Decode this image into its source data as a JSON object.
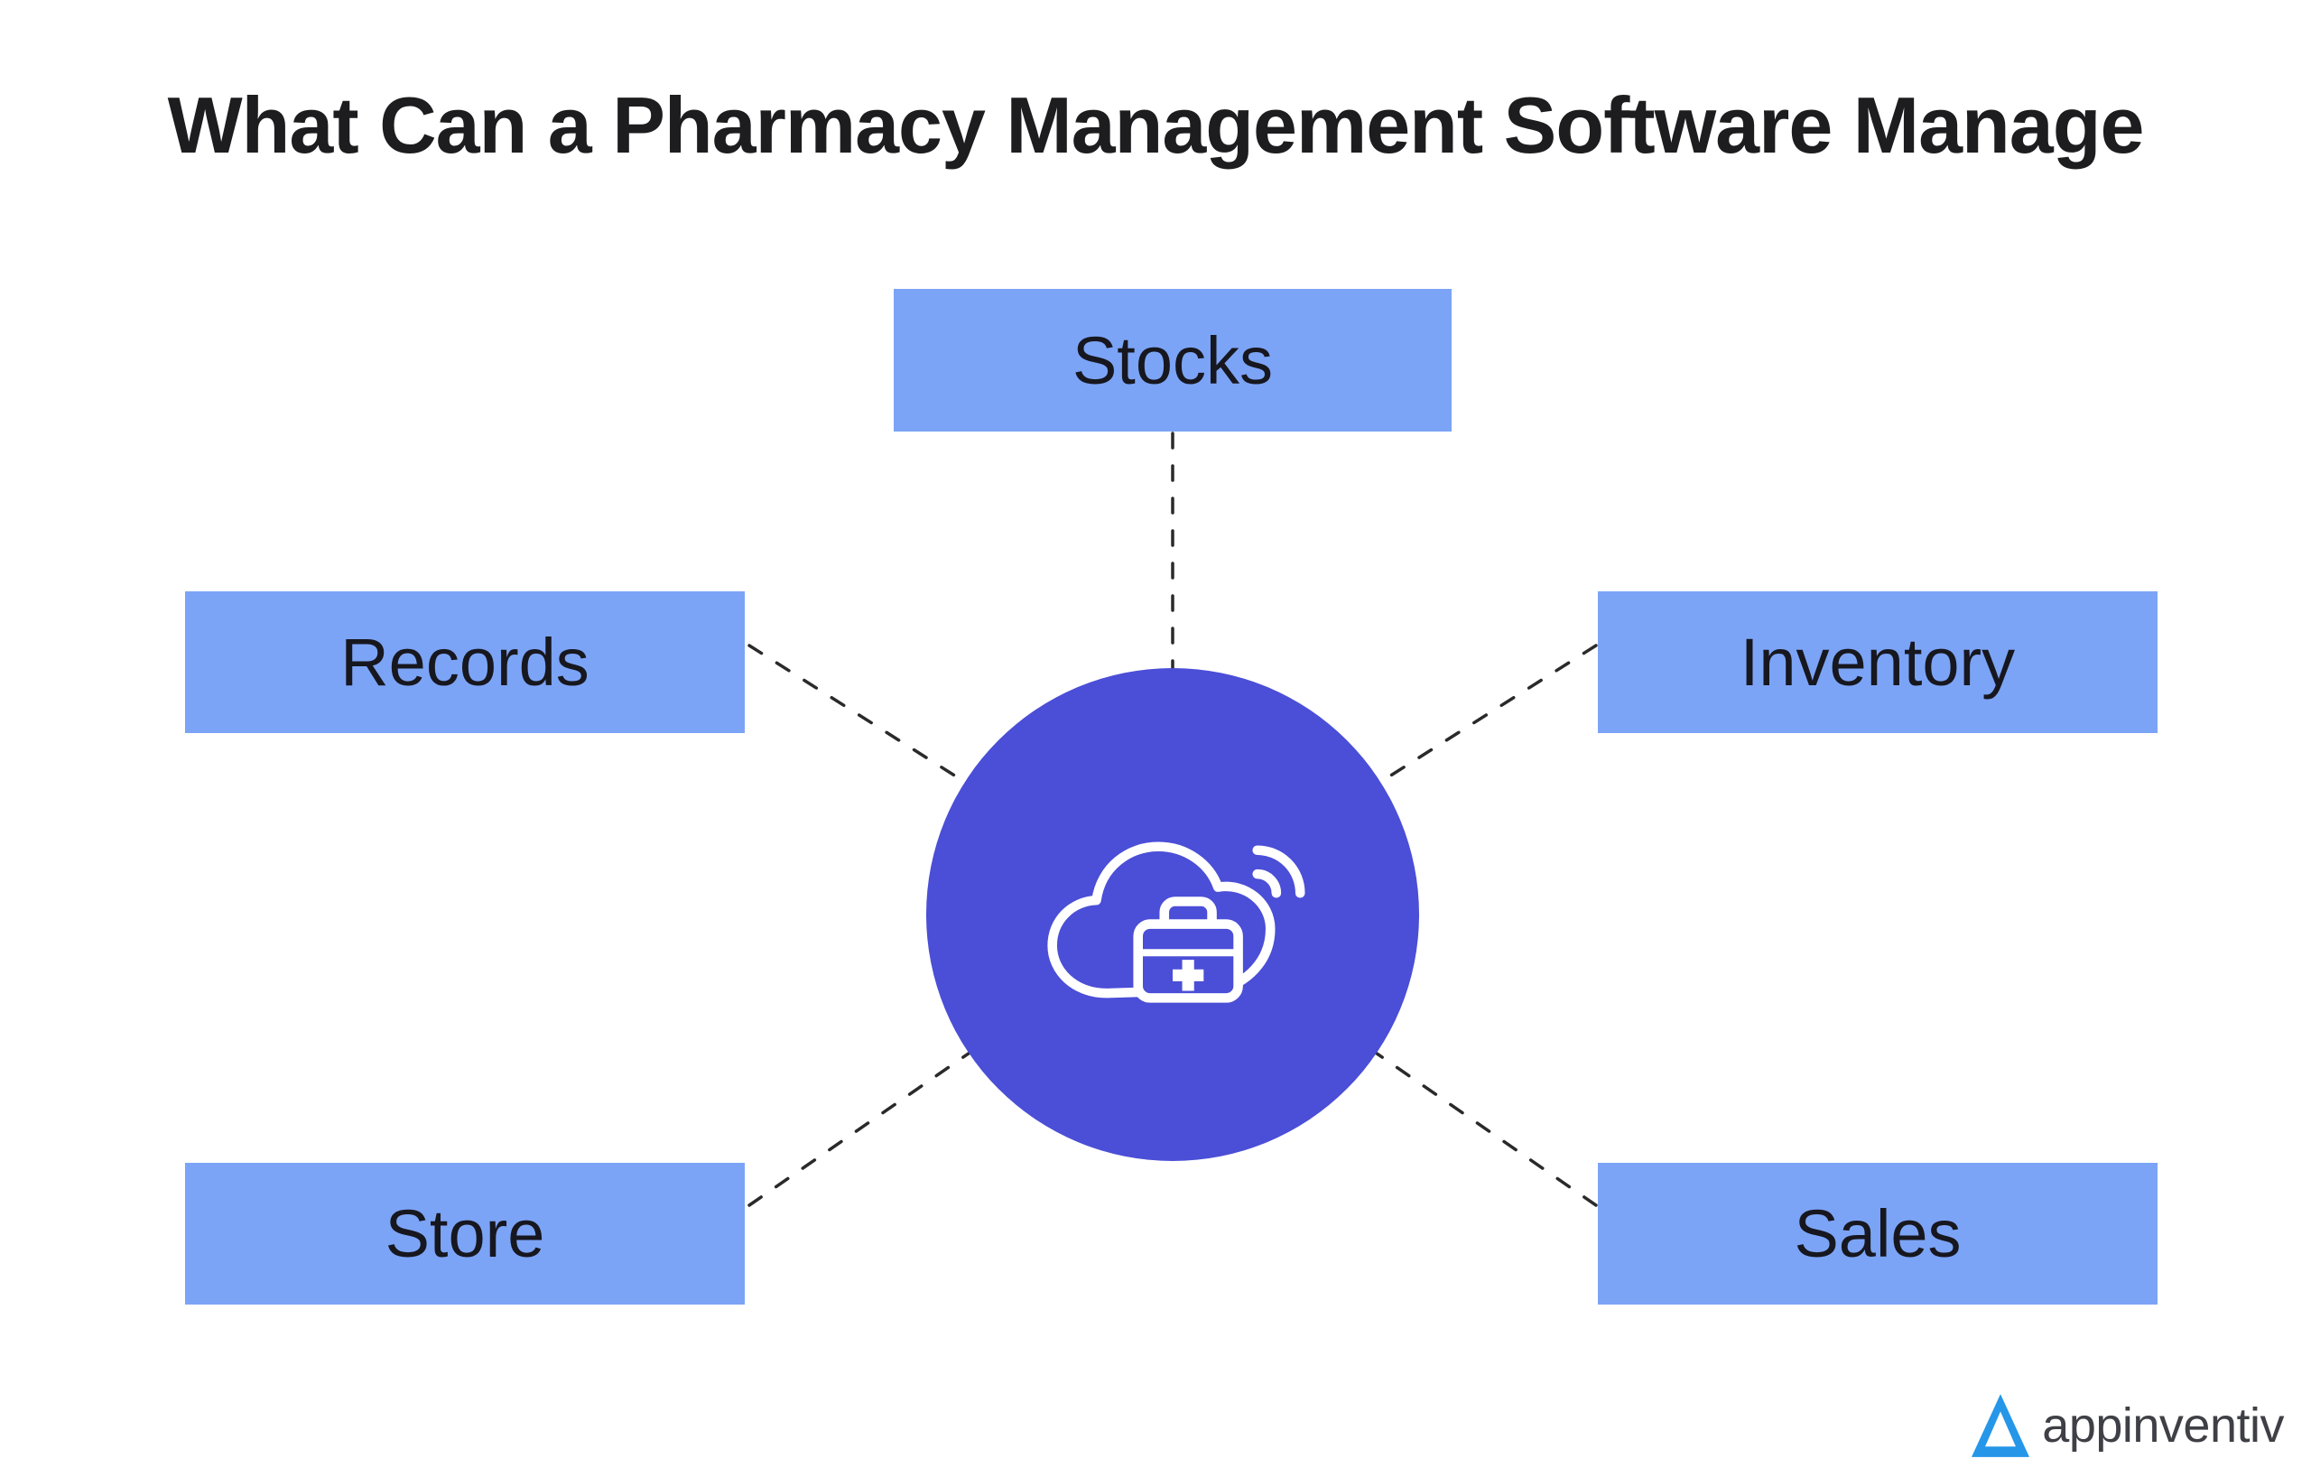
{
  "title": "What Can a Pharmacy Management Software Manage",
  "nodes": [
    {
      "id": "stocks",
      "label": "Stocks"
    },
    {
      "id": "records",
      "label": "Records"
    },
    {
      "id": "inventory",
      "label": "Inventory"
    },
    {
      "id": "store",
      "label": "Store"
    },
    {
      "id": "sales",
      "label": "Sales"
    }
  ],
  "center": {
    "icon": "cloud-medical-kit-wifi-icon"
  },
  "logo": {
    "brand": "appinventiv"
  },
  "colors": {
    "box_bg": "#7CA4F6",
    "circle_bg": "#4B4ED6",
    "title_color": "#1d1d1f",
    "label_color": "#17171f",
    "connector_color": "#2a2a2a",
    "logo_blue": "#2696e8",
    "logo_text": "#3f3f46",
    "page_bg": "#ffffff"
  }
}
